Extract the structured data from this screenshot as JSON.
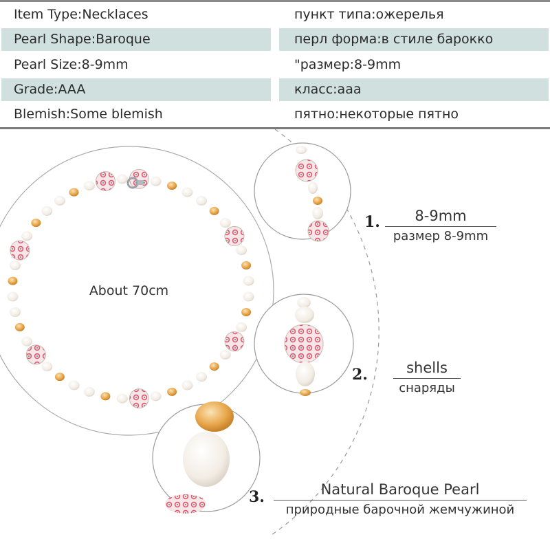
{
  "specs": [
    {
      "en": "Item Type:Necklaces",
      "ru": "пункт типа:ожерелья"
    },
    {
      "en": "Pearl Shape:Baroque",
      "ru": "перл форма:в стиле барокко"
    },
    {
      "en": "Pearl Size:8-9mm",
      "ru": "\"размер:8-9mm"
    },
    {
      "en": "Grade:AAA",
      "ru": "класс:ааа"
    },
    {
      "en": "Blemish:Some blemish",
      "ru": "пятно:некоторые пятно"
    }
  ],
  "necklace": {
    "length_label": "About 70cm"
  },
  "details": [
    {
      "num": "1.",
      "en": "8-9mm",
      "ru": "размер 8-9mm"
    },
    {
      "num": "2.",
      "en": "shells",
      "ru": "снаряды"
    },
    {
      "num": "3.",
      "en": "Natural Baroque Pearl",
      "ru": "природные барочной жемчужиной"
    }
  ],
  "colors": {
    "row_shade": "#cfe0df",
    "pearl": "#f2ece4",
    "gold_pearl": "#e8a64a",
    "shell_pink": "#d9577a"
  }
}
